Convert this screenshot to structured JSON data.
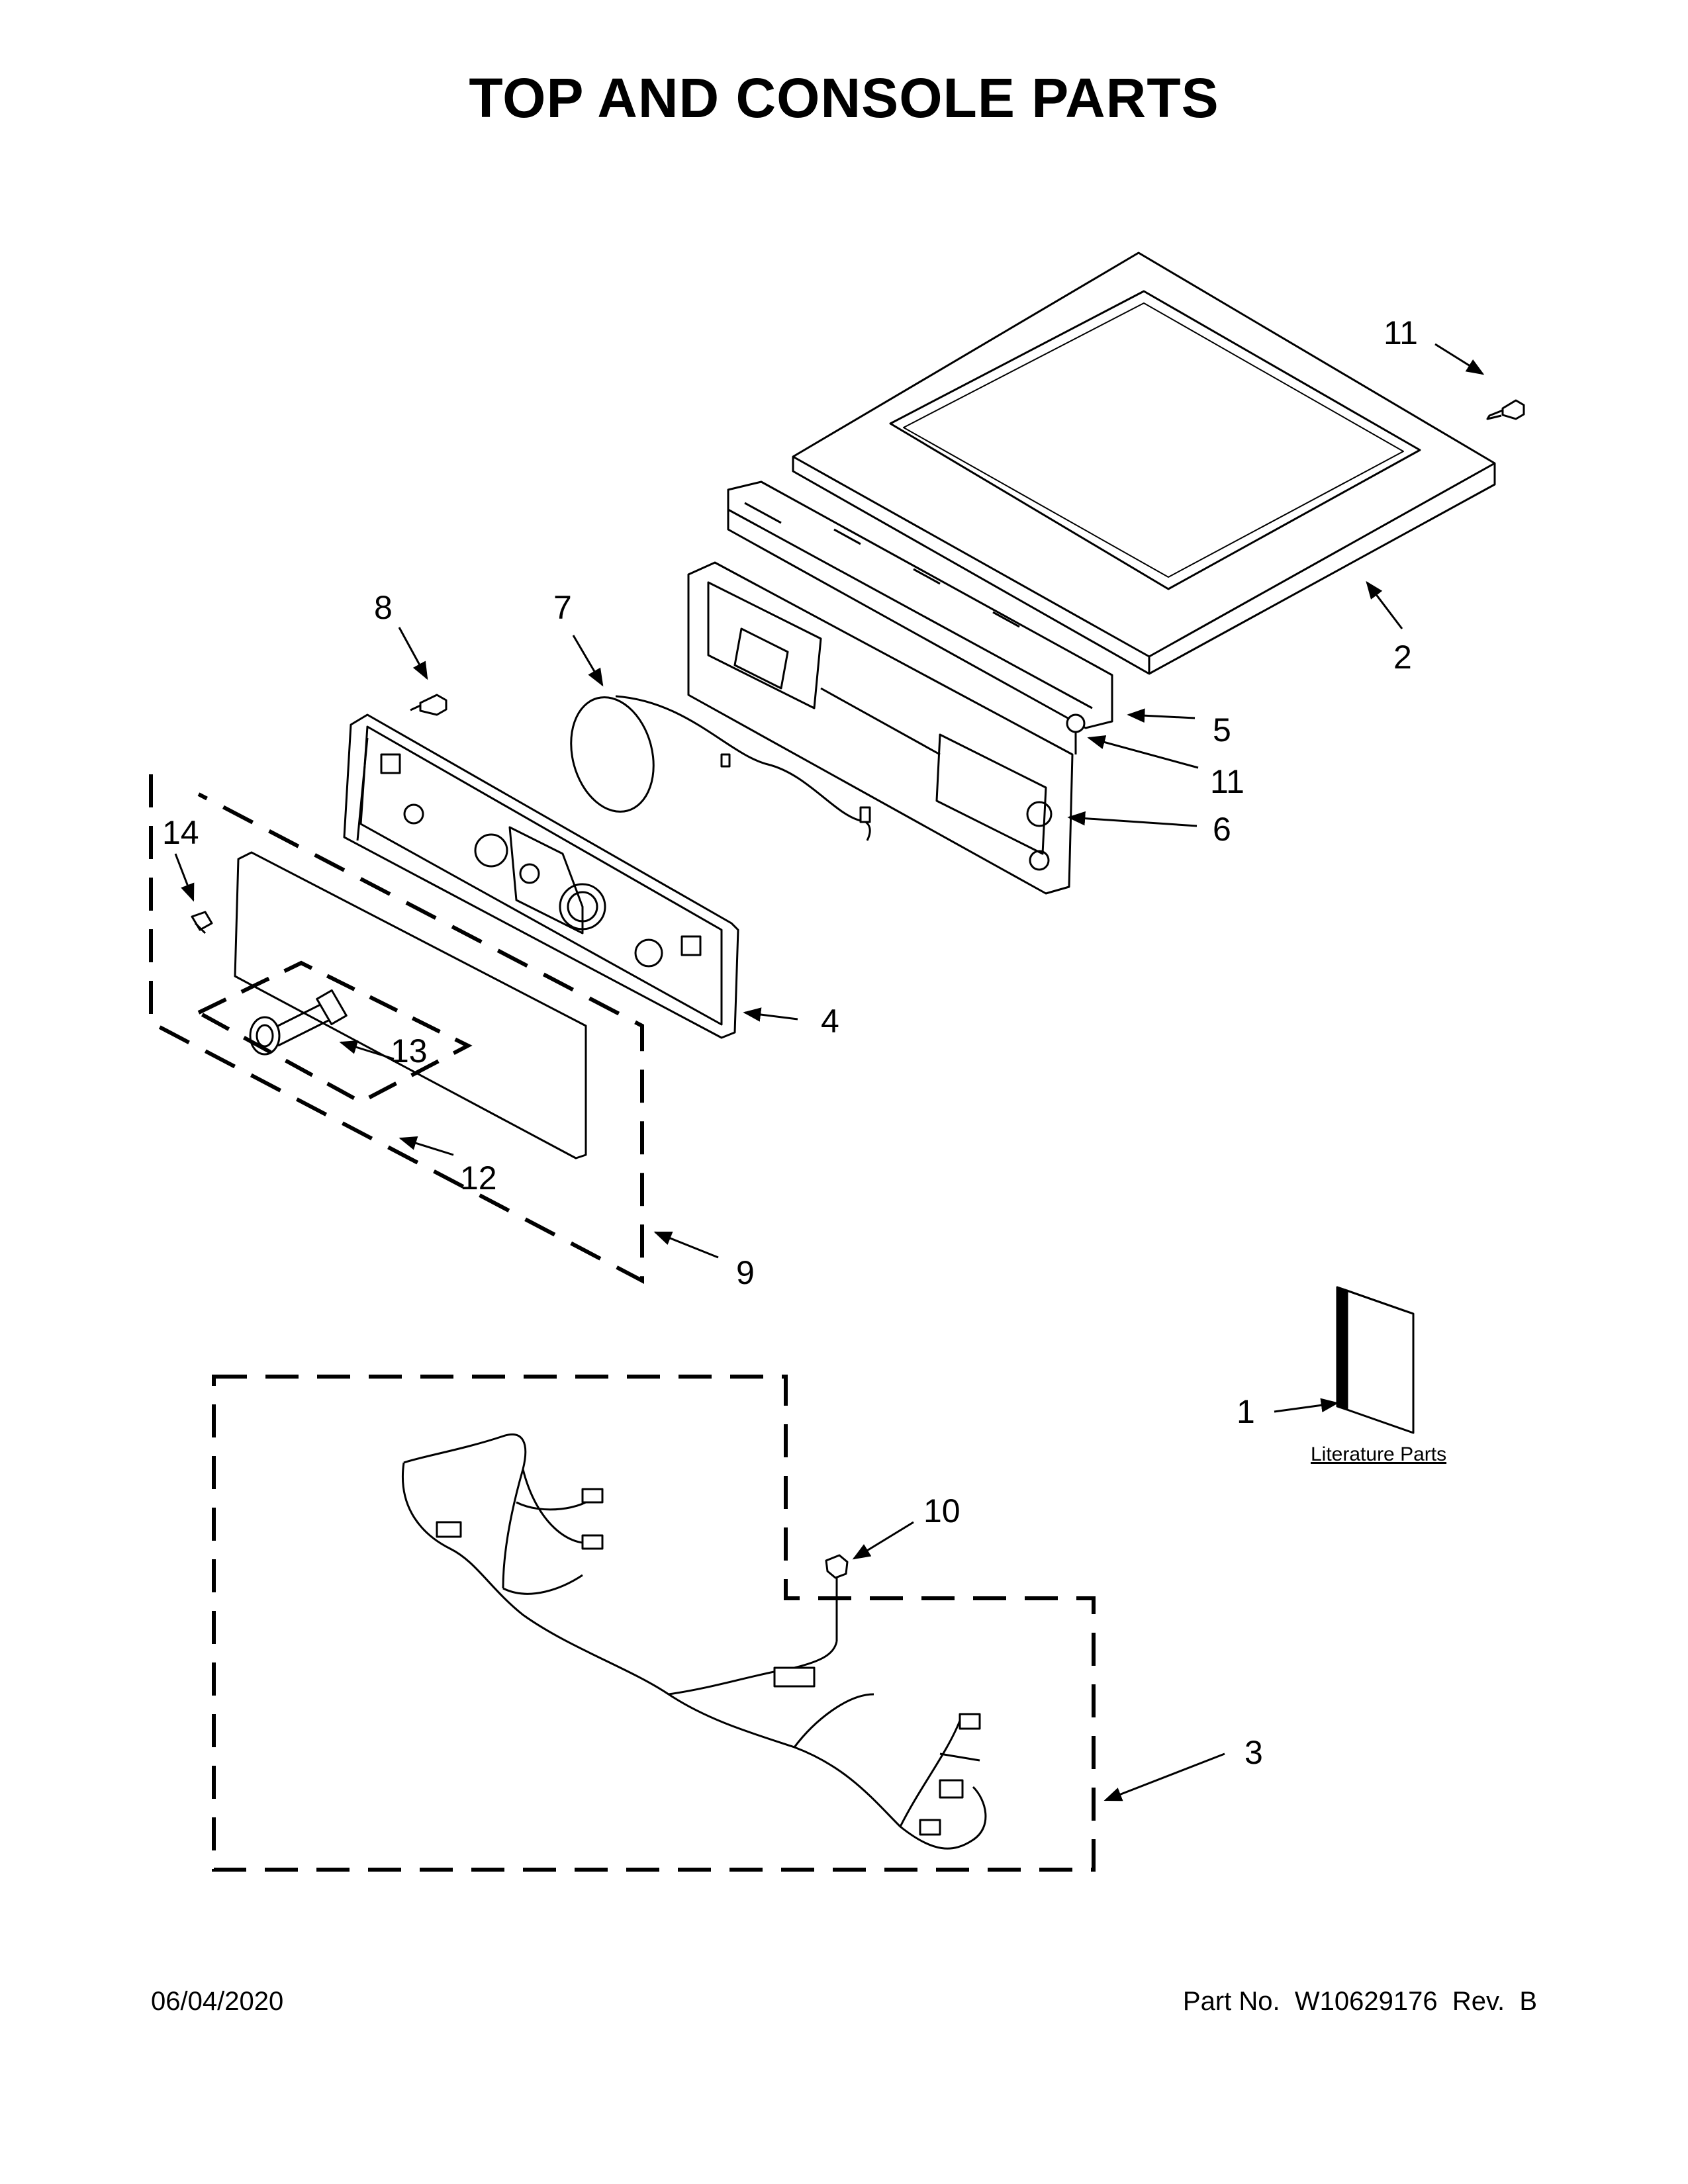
{
  "title": "TOP AND CONSOLE PARTS",
  "footer": {
    "date": "06/04/2020",
    "part_no": "Part No.  W10629176  Rev.  B"
  },
  "literature_label": "Literature Parts",
  "callouts": {
    "c1": "1",
    "c2": "2",
    "c3": "3",
    "c4": "4",
    "c5": "5",
    "c6": "6",
    "c7": "7",
    "c8": "8",
    "c9": "9",
    "c10": "10",
    "c11a": "11",
    "c11b": "11",
    "c12": "12",
    "c13": "13",
    "c14": "14"
  }
}
